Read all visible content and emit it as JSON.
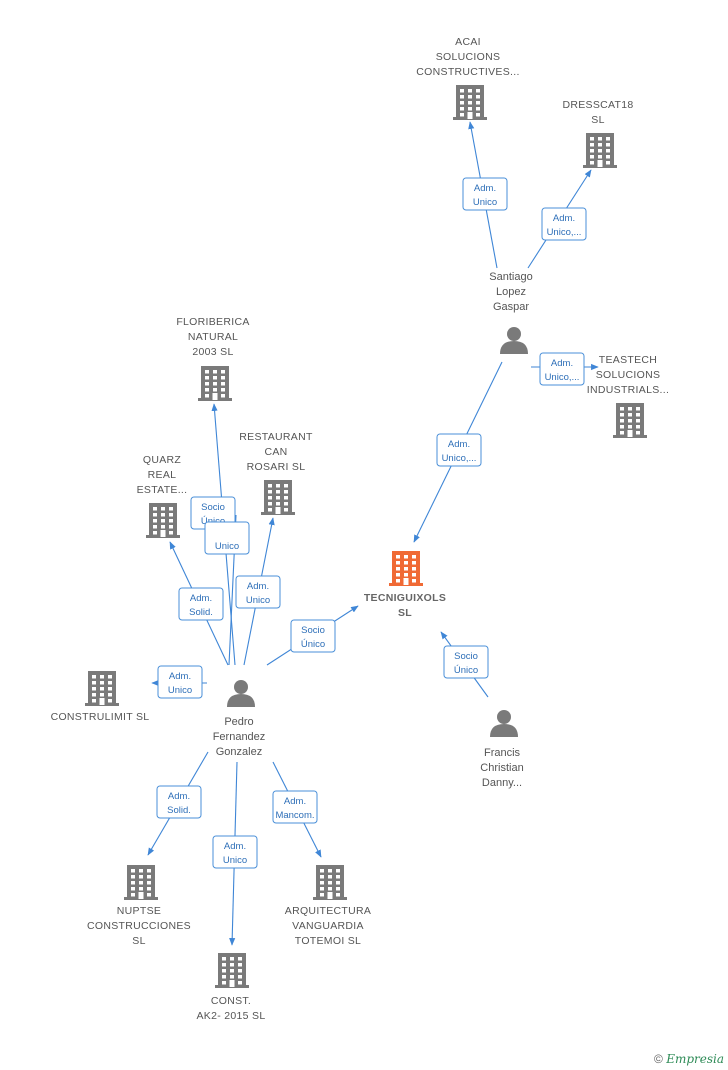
{
  "colors": {
    "edge": "#3f86d6",
    "building": "#7a7a7a",
    "focus_building": "#f06a35",
    "person": "#7a7a7a"
  },
  "nodes": [
    {
      "id": "acai",
      "type": "company",
      "lines": [
        "ACAI",
        "SOLUCIONS",
        "CONSTRUCTIVES..."
      ]
    },
    {
      "id": "dresscat",
      "type": "company",
      "lines": [
        "DRESSCAT18",
        "SL"
      ]
    },
    {
      "id": "santiago",
      "type": "person",
      "lines": [
        "Santiago",
        "Lopez",
        "Gaspar"
      ]
    },
    {
      "id": "teastech",
      "type": "company",
      "lines": [
        "TEASTECH",
        "SOLUCIONS",
        "INDUSTRIALS..."
      ]
    },
    {
      "id": "floriberica",
      "type": "company",
      "lines": [
        "FLORIBERICA",
        "NATURAL",
        "2003  SL"
      ]
    },
    {
      "id": "restaurant",
      "type": "company",
      "lines": [
        "RESTAURANT",
        "CAN",
        "ROSARI  SL"
      ]
    },
    {
      "id": "quarz",
      "type": "company",
      "lines": [
        "QUARZ",
        "REAL",
        "ESTATE..."
      ]
    },
    {
      "id": "tecniguixols",
      "type": "focus",
      "lines": [
        "TECNIGUIXOLS",
        "SL"
      ]
    },
    {
      "id": "construlimit",
      "type": "company",
      "lines": [
        "CONSTRULIMIT SL"
      ]
    },
    {
      "id": "pedro",
      "type": "person",
      "lines": [
        "Pedro",
        "Fernandez",
        "Gonzalez"
      ]
    },
    {
      "id": "francis",
      "type": "person",
      "lines": [
        "Francis",
        "Christian",
        "Danny..."
      ]
    },
    {
      "id": "nuptse",
      "type": "company",
      "lines": [
        "NUPTSE",
        "CONSTRUCCIONES",
        "SL"
      ]
    },
    {
      "id": "arquitectura",
      "type": "company",
      "lines": [
        "ARQUITECTURA",
        "VANGUARDIA",
        "TOTEMOI  SL"
      ]
    },
    {
      "id": "const",
      "type": "company",
      "lines": [
        "CONST.",
        "AK2- 2015  SL"
      ]
    }
  ],
  "edges": [
    {
      "from": "santiago",
      "to": "acai",
      "label": [
        "Adm.",
        "Unico"
      ]
    },
    {
      "from": "santiago",
      "to": "dresscat",
      "label": [
        "Adm.",
        "Unico,..."
      ]
    },
    {
      "from": "santiago",
      "to": "teastech",
      "label": [
        "Adm.",
        "Unico,..."
      ]
    },
    {
      "from": "santiago",
      "to": "tecniguixols",
      "label": [
        "Adm.",
        "Unico,..."
      ]
    },
    {
      "from": "pedro",
      "to": "floriberica",
      "label": [
        "Socio",
        "Único"
      ]
    },
    {
      "from": "pedro",
      "to": "restaurant",
      "label": [
        "Adm.",
        "Unico"
      ]
    },
    {
      "from": "pedro",
      "to": "quarz",
      "label": [
        "Adm.",
        "Solid."
      ]
    },
    {
      "from": "pedro",
      "to": "tecniguixols",
      "label": [
        "Socio",
        "Único"
      ]
    },
    {
      "from": "pedro",
      "to": "construlimit",
      "label": [
        "Adm.",
        "Unico"
      ]
    },
    {
      "from": "pedro",
      "to": "nuptse",
      "label": [
        "Adm.",
        "Solid."
      ]
    },
    {
      "from": "pedro",
      "to": "const",
      "label": [
        "Adm.",
        "Unico"
      ]
    },
    {
      "from": "pedro",
      "to": "arquitectura",
      "label": [
        "Adm.",
        "Mancom."
      ]
    },
    {
      "from": "francis",
      "to": "tecniguixols",
      "label": [
        "Socio",
        "Único"
      ]
    },
    {
      "from": "pedro",
      "to": "floriberica",
      "label": [
        "",
        "Unico"
      ],
      "secondary": true
    }
  ],
  "footer": {
    "copyright": "©",
    "brand": "Empresia"
  }
}
